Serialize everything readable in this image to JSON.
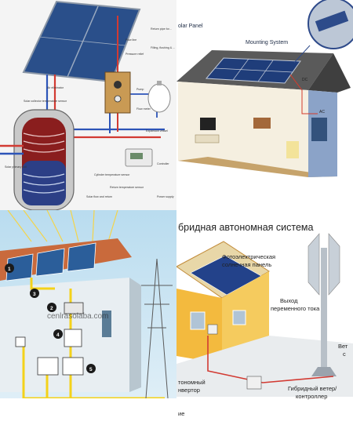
{
  "panel_a": {
    "labels": [
      "Return pipe for...",
      "Flow line",
      "Pressure relief",
      "Filling, flushing & ...",
      "Pump",
      "Flow meter",
      "Expansion vessel",
      "Air eliminator",
      "Solar collector temperature sensor",
      "Controller",
      "Power supply",
      "Solar flow and return",
      "Return temperature sensor",
      "Cylinder temperature sensor",
      "Solar primary coil"
    ]
  },
  "panel_b": {
    "solar_panel": "olar Panel",
    "mounting_system": "Mounting System",
    "dc": "DC",
    "ac": "AC"
  },
  "panel_c": {
    "numbers": [
      "1",
      "2",
      "3",
      "4",
      "5"
    ],
    "watermark": "cenlrasolaba.com"
  },
  "panel_d": {
    "title": "бридная автономная система",
    "pv_line1": "Фотоэлектрическая",
    "pv_line2": "солнечная панель",
    "out_line1": "Выход",
    "out_line2": "переменного тока",
    "wind_line1": "Вет",
    "wind_line2": "с",
    "inv_line1": "тономный",
    "inv_line2": "нвертор",
    "ctrl_line1": "Гибридный ветер/",
    "ctrl_line2": "контроллер",
    "bottom": "ие"
  }
}
